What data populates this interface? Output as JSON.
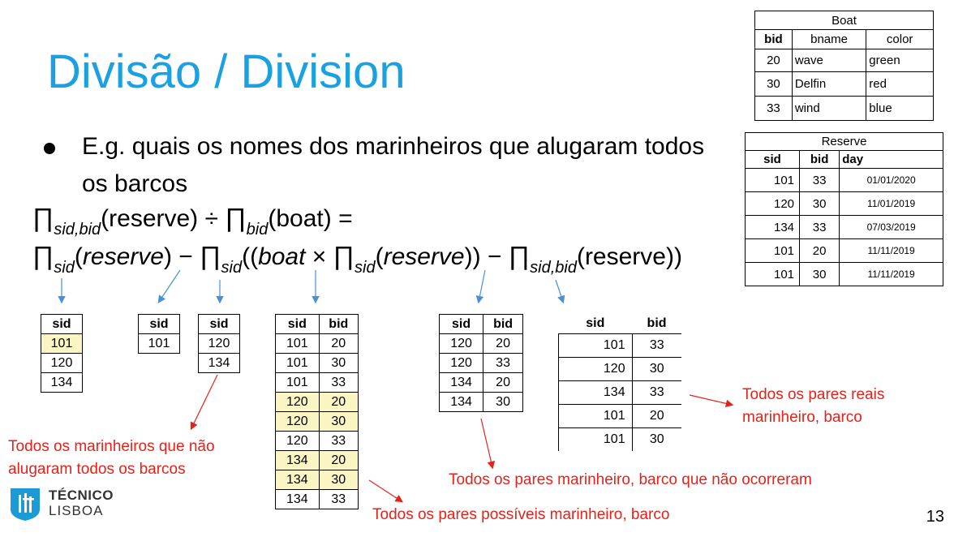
{
  "title": "Divisão / Division",
  "bullet": "E.g. quais os nomes dos marinheiros que alugaram todos os barcos",
  "formula": {
    "line1": {
      "sub1": "sid,bid",
      "arg1": "(reserve) ÷ ",
      "sub2": "bid",
      "arg2": "(boat) ="
    },
    "line2": {
      "sub_a": "sid",
      "arg_a_open": "(",
      "arg_a_var": "reserve",
      "arg_a_close": ") − ",
      "sub_b": "sid",
      "arg_b_open": "((",
      "arg_b_var": "boat",
      "arg_b_times": " × ",
      "sub_c": "sid",
      "arg_c_open": "(",
      "arg_c_var": "reserve",
      "arg_c_close": ")) − ",
      "sub_d": "sid,bid",
      "arg_d": "(reserve))"
    }
  },
  "boat": {
    "caption": "Boat",
    "headers": [
      "bid",
      "bname",
      "color"
    ],
    "rows": [
      [
        "20",
        "wave",
        "green"
      ],
      [
        "30",
        "Delfin",
        "red"
      ],
      [
        "33",
        "wind",
        "blue"
      ]
    ]
  },
  "reserve": {
    "caption": "Reserve",
    "headers": [
      "sid",
      "bid",
      "day"
    ],
    "rows": [
      [
        "101",
        "33",
        "01/01/2020"
      ],
      [
        "120",
        "30",
        "11/01/2019"
      ],
      [
        "134",
        "33",
        "07/03/2019"
      ],
      [
        "101",
        "20",
        "11/11/2019"
      ],
      [
        "101",
        "30",
        "11/11/2019"
      ]
    ]
  },
  "t1": {
    "header": "sid",
    "rows": [
      "101",
      "120",
      "134"
    ]
  },
  "t2": {
    "header": "sid",
    "rows": [
      "101"
    ]
  },
  "t3": {
    "header": "sid",
    "rows": [
      "120",
      "134"
    ]
  },
  "t4": {
    "headers": [
      "sid",
      "bid"
    ],
    "rows": [
      [
        "101",
        "20"
      ],
      [
        "101",
        "30"
      ],
      [
        "101",
        "33"
      ],
      [
        "120",
        "20"
      ],
      [
        "120",
        "30"
      ],
      [
        "120",
        "33"
      ],
      [
        "134",
        "20"
      ],
      [
        "134",
        "30"
      ],
      [
        "134",
        "33"
      ]
    ]
  },
  "t5": {
    "headers": [
      "sid",
      "bid"
    ],
    "rows": [
      [
        "120",
        "20"
      ],
      [
        "120",
        "33"
      ],
      [
        "134",
        "20"
      ],
      [
        "134",
        "30"
      ]
    ]
  },
  "t6": {
    "headers": [
      "sid",
      "bid"
    ],
    "rows": [
      [
        "101",
        "33"
      ],
      [
        "120",
        "30"
      ],
      [
        "134",
        "33"
      ],
      [
        "101",
        "20"
      ],
      [
        "101",
        "30"
      ]
    ]
  },
  "notes": {
    "not_all": "Todos os marinheiros que não alugaram todos os barcos",
    "possible": "Todos os pares possíveis marinheiro, barco",
    "not_occurred": "Todos os pares marinheiro, barco que não ocorreram",
    "real": "Todos os pares reais marinheiro, barco"
  },
  "logo": {
    "line1": "TÉCNICO",
    "line2": "LISBOA"
  },
  "page_number": "13",
  "colors": {
    "title": "#1ba1e2",
    "annotation": "#e3231b",
    "arrow_blue": "#4a90d9",
    "highlight": "#fbf5c4"
  }
}
